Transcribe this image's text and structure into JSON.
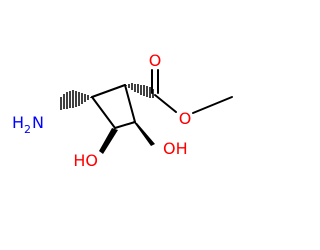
{
  "molecule": {
    "atoms": {
      "carbonyl_oxygen": "O",
      "ester_oxygen": "O",
      "hydroxyl_right": "OH",
      "hydroxyl_left": "HO",
      "amine_h": "H",
      "amine_sub": "2",
      "amine_n": "N"
    },
    "colors": {
      "bond": "#000000",
      "oxygen": "#ff0000",
      "nitrogen": "#0000ff",
      "background": "#ffffff"
    }
  }
}
